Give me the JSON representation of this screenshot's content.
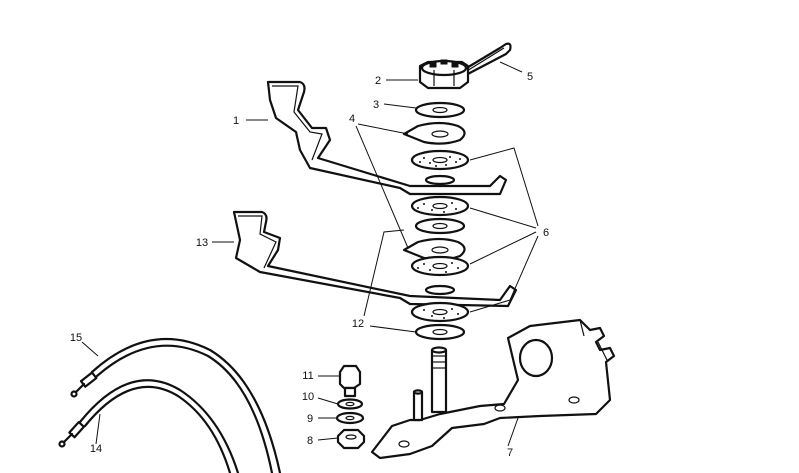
{
  "callouts": [
    "1",
    "2",
    "3",
    "4",
    "5",
    "6",
    "7",
    "8",
    "9",
    "10",
    "11",
    "12",
    "13",
    "14",
    "15"
  ],
  "colors": {
    "ink": "#111111",
    "paper": "#ffffff"
  }
}
